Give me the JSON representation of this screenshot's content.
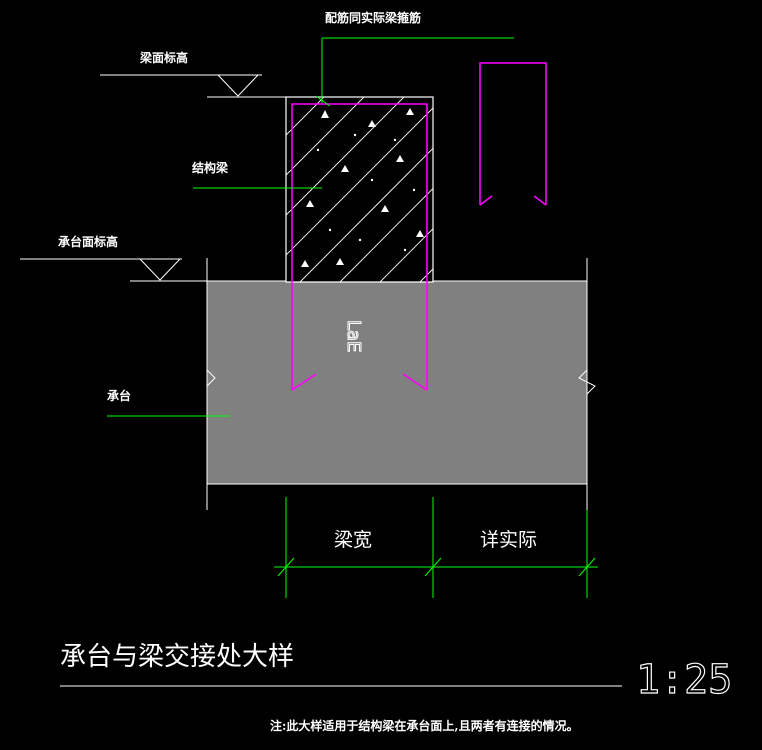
{
  "drawing": {
    "labels": {
      "rebar_note": "配筋同实际梁箍筋",
      "beam_top_elev": "梁面标高",
      "structural_beam": "结构梁",
      "cap_top_elev": "承台面标高",
      "pile_cap": "承台",
      "anchor_length": "LaE"
    },
    "dimensions": {
      "beam_width": "梁宽",
      "see_actual": "详实际"
    },
    "title": "承台与梁交接处大样",
    "scale": "1:25",
    "note": "注:此大样适用于结构梁在承台面上,且两者有连接的情况。"
  },
  "colors": {
    "background": "#000000",
    "cap_fill": "#808080",
    "leader_green": "#00ff00",
    "rebar_magenta": "#ff00ff",
    "line_white": "#ffffff",
    "beam_fill": "#000000"
  }
}
